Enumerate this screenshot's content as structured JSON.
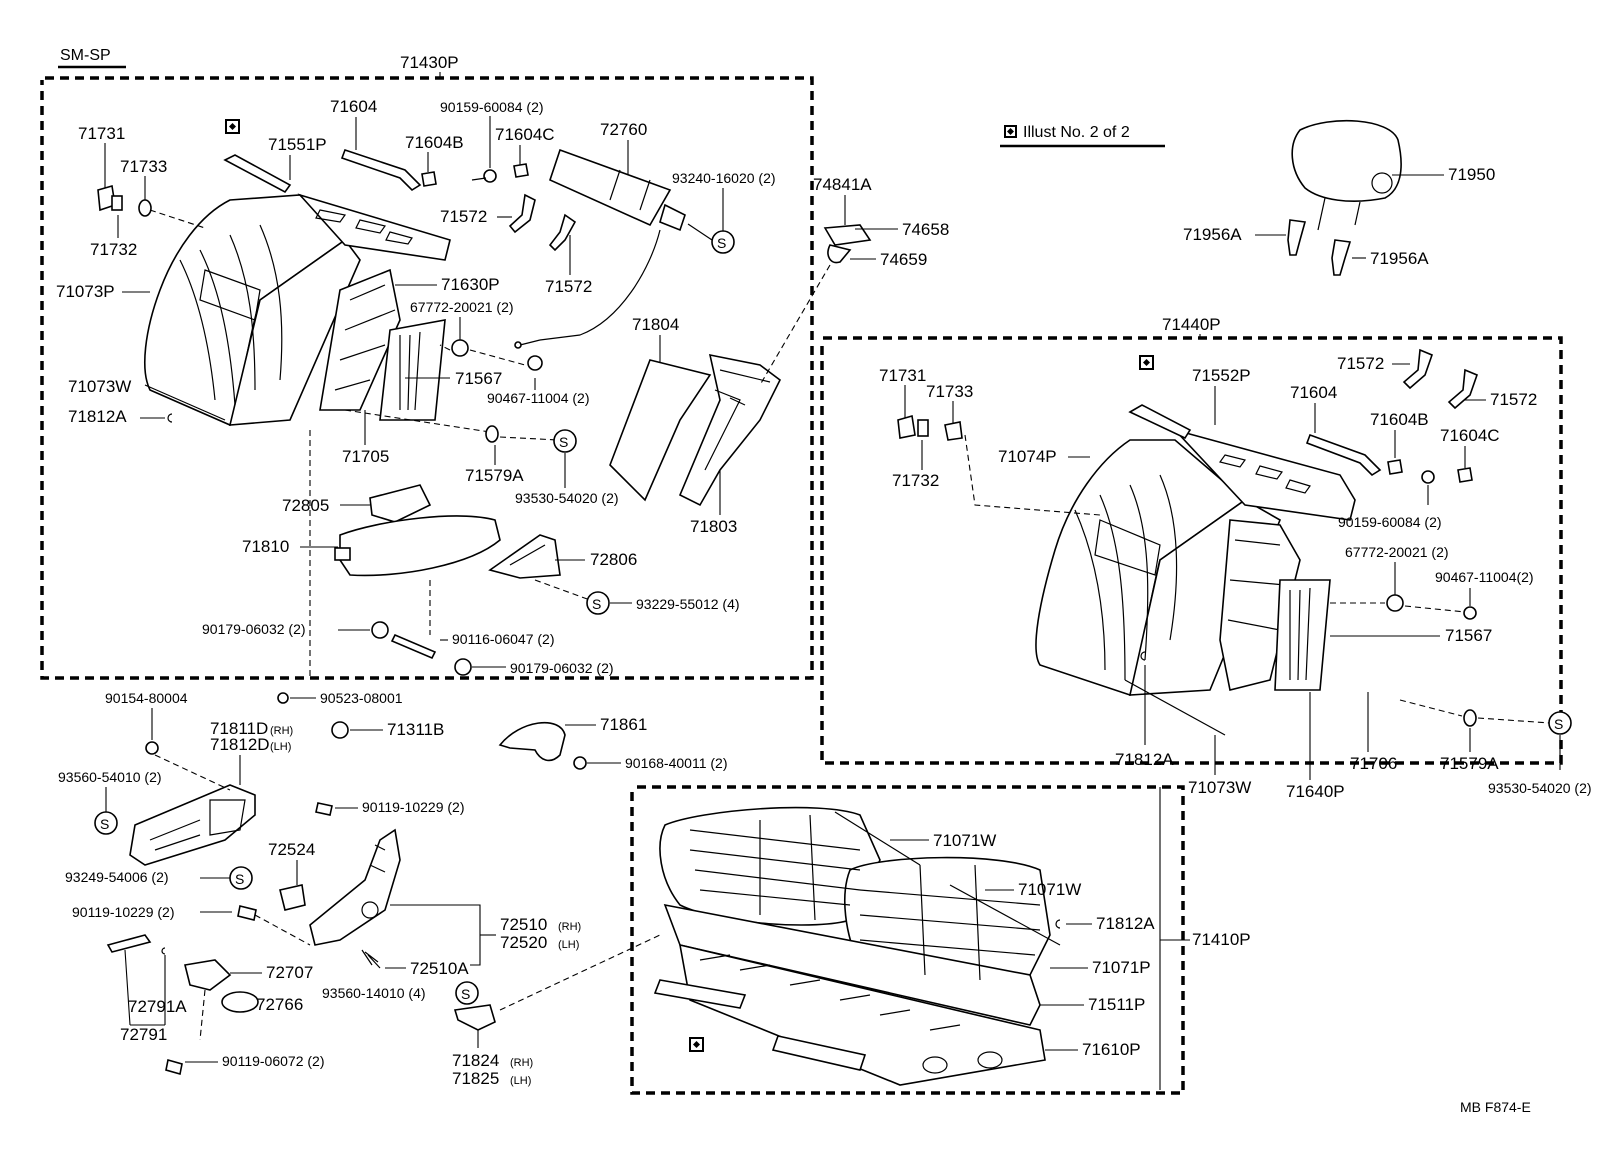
{
  "header": {
    "model_code": "SM-SP",
    "illust_note": "Illust No. 2 of 2",
    "footer_code": "MB  F874-E"
  },
  "symbols": {
    "s_symbol": "S"
  },
  "groups": {
    "rear_back_left": "71430P",
    "rear_back_right": "71440P",
    "rear_cushion": "71410P"
  },
  "labels": {
    "l71731a": "71731",
    "l71733a": "71733",
    "l71732a": "71732",
    "l71073p": "71073P",
    "l71073w_a": "71073W",
    "l71812a_a": "71812A",
    "l71551p": "71551P",
    "l71604a": "71604",
    "l71604b_a": "71604B",
    "l90159a": "90159-60084 (2)",
    "l71604c_a": "71604C",
    "l72760": "72760",
    "l93240": "93240-16020 (2)",
    "l71572a": "71572",
    "l71572b": "71572",
    "l71630p": "71630P",
    "l67772a": "67772-20021 (2)",
    "l71567a": "71567",
    "l90467a": "90467-11004 (2)",
    "l71705": "71705",
    "l71579a_a": "71579A",
    "l93530a": "93530-54020 (2)",
    "l71804": "71804",
    "l71803": "71803",
    "l74841a": "74841A",
    "l74658": "74658",
    "l74659": "74659",
    "l72805": "72805",
    "l71810": "71810",
    "l72806": "72806",
    "l93229": "93229-55012 (4)",
    "l90179a": "90179-06032 (2)",
    "l90116": "90116-06047 (2)",
    "l90179b": "90179-06032 (2)",
    "l90154": "90154-80004",
    "l90523": "90523-08001",
    "l71311b": "71311B",
    "l71811d": "71811D",
    "l71811d_s": "(RH)",
    "l71812d": "71812D",
    "l71812d_s": "(LH)",
    "l71861": "71861",
    "l90168": "90168-40011 (2)",
    "l93560a": "93560-54010 (2)",
    "l90119a": "90119-10229 (2)",
    "l72524": "72524",
    "l93249": "93249-54006 (2)",
    "l90119b": "90119-10229 (2)",
    "l72510": "72510",
    "l72510_s": "(RH)",
    "l72520": "72520",
    "l72520_s": "(LH)",
    "l72510a": "72510A",
    "l72707": "72707",
    "l72791a": "72791A",
    "l72766": "72766",
    "l72791": "72791",
    "l93560b": "93560-14010 (4)",
    "l90119c": "90119-06072 (2)",
    "l71824": "71824",
    "l71824_s": "(RH)",
    "l71825": "71825",
    "l71825_s": "(LH)",
    "l71950": "71950",
    "l71956a_a": "71956A",
    "l71956a_b": "71956A",
    "l71731b": "71731",
    "l71733b": "71733",
    "l71732b": "71732",
    "l71552p": "71552P",
    "l71604b": "71604",
    "l71572c": "71572",
    "l71572d": "71572",
    "l71604b_b": "71604B",
    "l71604c_b": "71604C",
    "l71074p": "71074P",
    "l90159b": "90159-60084 (2)",
    "l67772b": "67772-20021 (2)",
    "l90467b": "90467-11004(2)",
    "l71567b": "71567",
    "l71812a_b": "71812A",
    "l71073w_b": "71073W",
    "l71640p": "71640P",
    "l71706": "71706",
    "l71579a_b": "71579A",
    "l93530b": "93530-54020 (2)",
    "l71071w_a": "71071W",
    "l71071w_b": "71071W",
    "l71812a_c": "71812A",
    "l71071p": "71071P",
    "l71511p": "71511P",
    "l71610p": "71610P"
  }
}
